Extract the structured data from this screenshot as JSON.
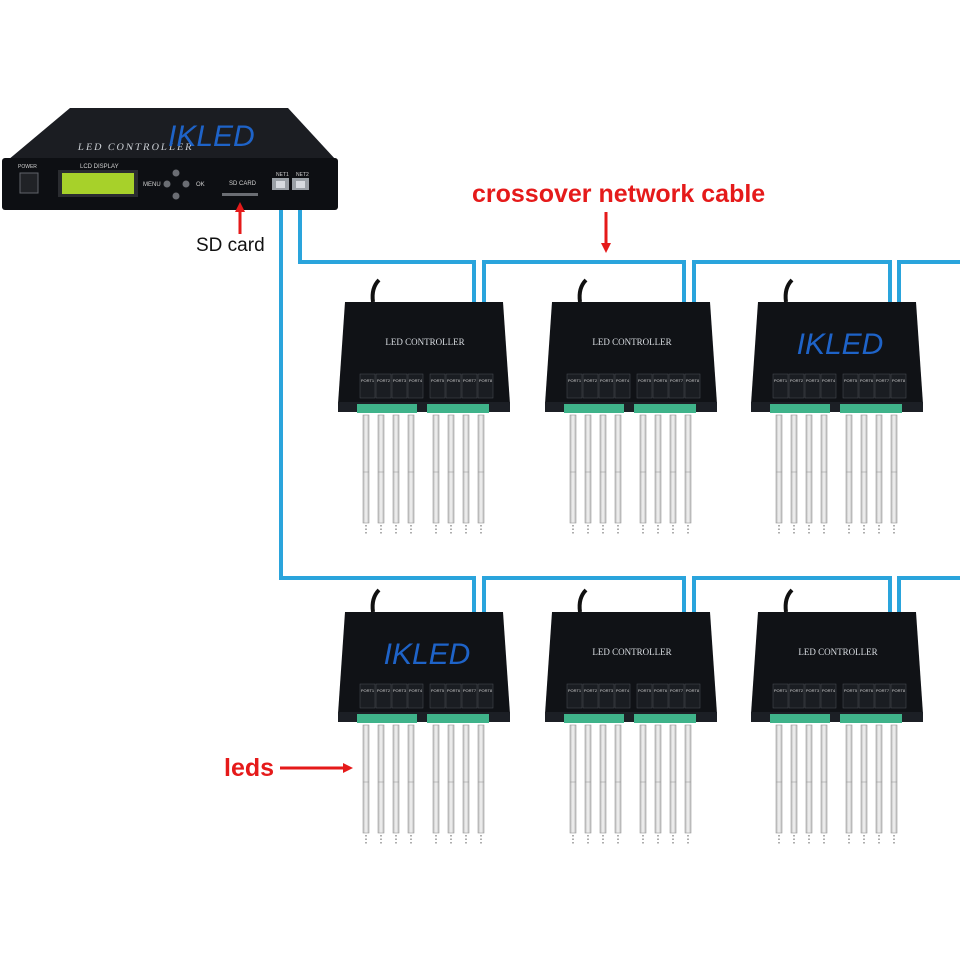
{
  "colors": {
    "cable": "#2aa4dc",
    "arrow": "#e51a1a",
    "device_body": "#101216",
    "terminal": "#3fb38a",
    "led_strip": "#d8d8d8",
    "brand": "#1e63c8"
  },
  "master": {
    "title": "LED CONTROLLER",
    "brand": "IKLED",
    "power_label": "POWER",
    "lcd_label": "LCD DISPLAY",
    "menu_label": "MENU",
    "ok_label": "OK",
    "sd_slot_label": "SD CARD",
    "net1_label": "NET1",
    "net2_label": "NET2"
  },
  "callouts": {
    "crossover": "crossover network cable",
    "sd_card": "SD card",
    "leds": "leds"
  },
  "slave": {
    "label": "LED CONTROLLER",
    "brand": "IKLED",
    "ports": [
      "PORT1",
      "PORT2",
      "PORT3",
      "PORT4",
      "PORT5",
      "PORT6",
      "PORT7",
      "PORT8"
    ]
  },
  "slaves": [
    {
      "id": "slave-1",
      "show_label": true,
      "show_brand": false
    },
    {
      "id": "slave-2",
      "show_label": true,
      "show_brand": false
    },
    {
      "id": "slave-3",
      "show_label": false,
      "show_brand": true
    },
    {
      "id": "slave-4",
      "show_label": false,
      "show_brand": true
    },
    {
      "id": "slave-5",
      "show_label": true,
      "show_brand": false
    },
    {
      "id": "slave-6",
      "show_label": true,
      "show_brand": false
    }
  ]
}
